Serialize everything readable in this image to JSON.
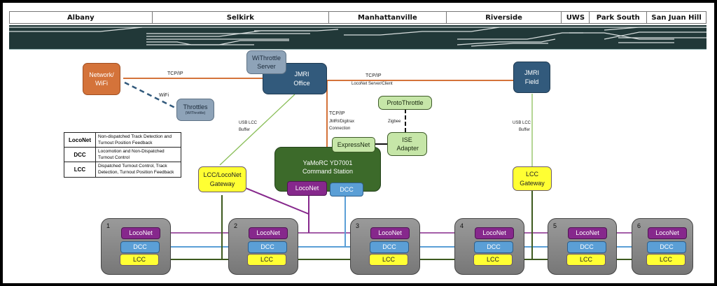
{
  "regions": [
    "Albany",
    "Selkirk",
    "Manhattanville",
    "Riverside",
    "UWS",
    "Park South",
    "San Juan Hill"
  ],
  "nodes": {
    "network": "Network/ WiFi",
    "withrottle_server": "WiThrottle Server",
    "jmri_office": "JMRI Office",
    "jmri_field": "JMRI Field",
    "throttles": "Throttles",
    "throttles_sub": "(WiThrottle)",
    "protothrottle": "ProtoThrottle",
    "ise_adapter": "ISE Adapter",
    "expressnet": "ExpressNet",
    "command_station": "YaMoRC YD7001 Command Station",
    "cs_loconet": "LocoNet",
    "cs_dcc": "DCC",
    "lcc_loconet_gateway": "LCC/LocoNet Gateway",
    "lcc_gateway": "LCC Gateway"
  },
  "connection_labels": {
    "tcpip_left": "TCP/IP",
    "wifi": "WiFi",
    "tcpip_right": "TCP/IP",
    "loconet_server_client": "LocoNet Server/Client",
    "tcpip_down": "TCP/IP",
    "jmri_digitrax": "JMRI/Digitrax",
    "connection": "Connection",
    "zigbee": "Zigbee",
    "usb_lcc_left_1": "USB LCC",
    "usb_lcc_left_2": "Buffer",
    "usb_lcc_right_1": "USB LCC",
    "usb_lcc_right_2": "Buffer"
  },
  "legend": [
    {
      "key": "LocoNet",
      "desc": "Non-dispatched Track Detection and Turnout Position Feedback"
    },
    {
      "key": "DCC",
      "desc": "Locomotion and Non-Dispatched Turnout Control"
    },
    {
      "key": "LCC",
      "desc": "Dispatched Turnout Control, Track Detection, Turnout Position Feedback"
    }
  ],
  "blocks": [
    {
      "number": "1",
      "loconet": "LocoNet",
      "dcc": "DCC",
      "lcc": "LCC"
    },
    {
      "number": "2",
      "loconet": "LocoNet",
      "dcc": "DCC",
      "lcc": "LCC"
    },
    {
      "number": "3",
      "loconet": "LocoNet",
      "dcc": "DCC",
      "lcc": "LCC"
    },
    {
      "number": "4",
      "loconet": "LocoNet",
      "dcc": "DCC",
      "lcc": "LCC"
    },
    {
      "number": "5",
      "loconet": "LocoNet",
      "dcc": "DCC",
      "lcc": "LCC"
    },
    {
      "number": "6",
      "loconet": "LocoNet",
      "dcc": "DCC",
      "lcc": "LCC"
    }
  ],
  "colors": {
    "tcpip": "#d4733a",
    "wifi": "#325a7c",
    "usb_lcc": "#8bbf5a",
    "loconet": "#86288c",
    "dcc": "#5b9fd6",
    "lcc": "#3d5a1e",
    "trackplan": "#213838"
  }
}
